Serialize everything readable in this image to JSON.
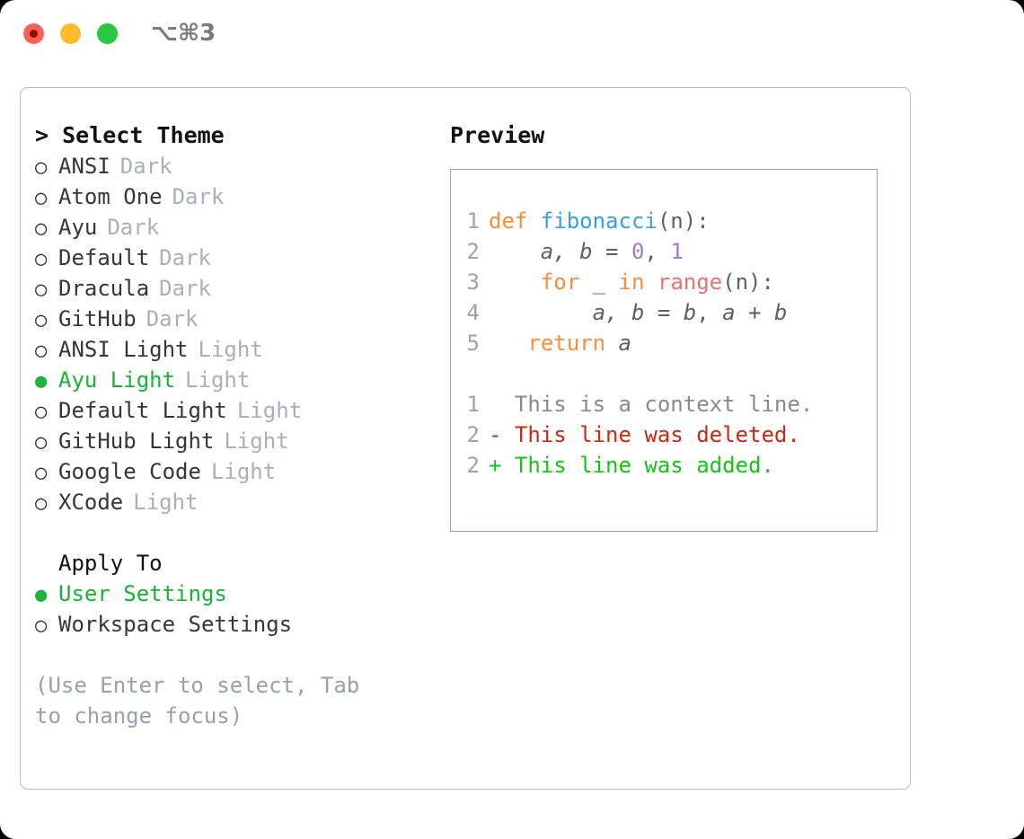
{
  "window": {
    "shortcut": "⌥⌘3",
    "traffic_lights": [
      {
        "name": "close",
        "color": "#ff6159"
      },
      {
        "name": "minimize",
        "color": "#ffbd2e"
      },
      {
        "name": "maximize",
        "color": "#28c840"
      }
    ]
  },
  "theme_picker": {
    "title": "> Select Theme",
    "items": [
      {
        "marker": "○",
        "label": "ANSI",
        "tag": "Dark",
        "selected": false
      },
      {
        "marker": "○",
        "label": "Atom One",
        "tag": "Dark",
        "selected": false
      },
      {
        "marker": "○",
        "label": "Ayu",
        "tag": "Dark",
        "selected": false
      },
      {
        "marker": "○",
        "label": "Default",
        "tag": "Dark",
        "selected": false
      },
      {
        "marker": "○",
        "label": "Dracula",
        "tag": "Dark",
        "selected": false
      },
      {
        "marker": "○",
        "label": "GitHub",
        "tag": "Dark",
        "selected": false
      },
      {
        "marker": "○",
        "label": "ANSI Light",
        "tag": "Light",
        "selected": false
      },
      {
        "marker": "●",
        "label": "Ayu Light",
        "tag": "Light",
        "selected": true
      },
      {
        "marker": "○",
        "label": "Default Light",
        "tag": "Light",
        "selected": false
      },
      {
        "marker": "○",
        "label": "GitHub Light",
        "tag": "Light",
        "selected": false
      },
      {
        "marker": "○",
        "label": "Google Code",
        "tag": "Light",
        "selected": false
      },
      {
        "marker": "○",
        "label": "XCode",
        "tag": "Light",
        "selected": false
      }
    ]
  },
  "apply_to": {
    "title": "Apply To",
    "items": [
      {
        "marker": "●",
        "label": "User Settings",
        "selected": true
      },
      {
        "marker": "○",
        "label": "Workspace Settings",
        "selected": false
      }
    ]
  },
  "hint": "(Use Enter to select, Tab to change focus)",
  "preview": {
    "title": "Preview",
    "code_lines": [
      {
        "no": "1",
        "tokens": [
          {
            "t": "def ",
            "c": "t-kw"
          },
          {
            "t": "fibonacci",
            "c": "t-fn"
          },
          {
            "t": "(n):",
            "c": "t-pl"
          }
        ]
      },
      {
        "no": "2",
        "tokens": [
          {
            "t": "    ",
            "c": "t-pl"
          },
          {
            "t": "a, b",
            "c": "t-var"
          },
          {
            "t": " = ",
            "c": "t-pl"
          },
          {
            "t": "0",
            "c": "t-num"
          },
          {
            "t": ", ",
            "c": "t-pl"
          },
          {
            "t": "1",
            "c": "t-num"
          }
        ]
      },
      {
        "no": "3",
        "tokens": [
          {
            "t": "    ",
            "c": "t-pl"
          },
          {
            "t": "for",
            "c": "t-kw"
          },
          {
            "t": " _ ",
            "c": "t-pl"
          },
          {
            "t": "in",
            "c": "t-kw"
          },
          {
            "t": " ",
            "c": "t-pl"
          },
          {
            "t": "range",
            "c": "t-bi"
          },
          {
            "t": "(n):",
            "c": "t-pl"
          }
        ]
      },
      {
        "no": "4",
        "tokens": [
          {
            "t": "        ",
            "c": "t-pl"
          },
          {
            "t": "a, b",
            "c": "t-var"
          },
          {
            "t": " = ",
            "c": "t-pl"
          },
          {
            "t": "b",
            "c": "t-var"
          },
          {
            "t": ", ",
            "c": "t-pl"
          },
          {
            "t": "a",
            "c": "t-var"
          },
          {
            "t": " + ",
            "c": "t-pl"
          },
          {
            "t": "b",
            "c": "t-var"
          }
        ]
      },
      {
        "no": "5",
        "tokens": [
          {
            "t": "   ",
            "c": "t-pl"
          },
          {
            "t": "return",
            "c": "t-kw"
          },
          {
            "t": " ",
            "c": "t-pl"
          },
          {
            "t": "a",
            "c": "t-var"
          }
        ]
      }
    ],
    "diff_lines": [
      {
        "no": "1",
        "sign": "  ",
        "text": "This is a context line.",
        "kind": "d-ctx"
      },
      {
        "no": "2",
        "sign": "- ",
        "text": "This line was deleted.",
        "kind": "d-del"
      },
      {
        "no": "2",
        "sign": "+ ",
        "text": "This line was added.",
        "kind": "d-add"
      }
    ]
  }
}
